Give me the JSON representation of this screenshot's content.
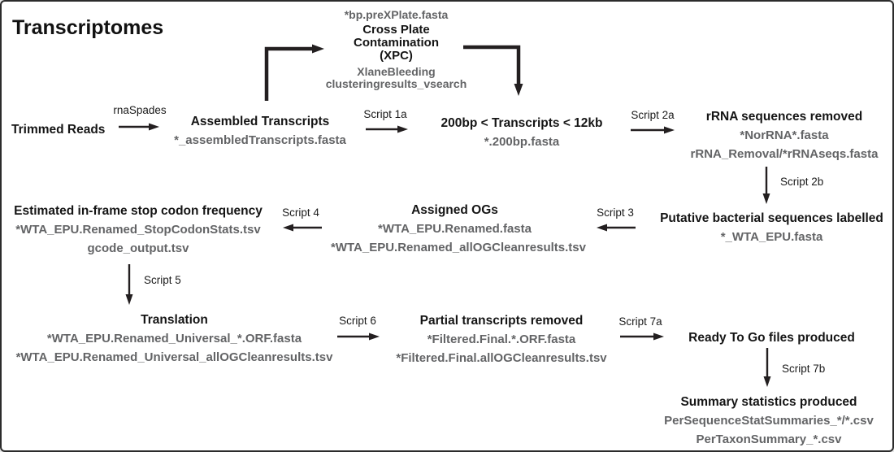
{
  "title": "Transcriptomes",
  "colors": {
    "text_black": "#151515",
    "file_gray": "#636466",
    "arrow": "#231f20"
  },
  "nodes": {
    "trimmed_reads": {
      "title": "Trimmed Reads"
    },
    "assembled": {
      "title": "Assembled Transcripts",
      "file1": "*_assembledTranscripts.fasta"
    },
    "xpc": {
      "file_above": "*bp.preXPlate.fasta",
      "title_line1": "Cross Plate",
      "title_line2": "Contamination",
      "title_line3": "(XPC)",
      "file_below1": "XlaneBleeding",
      "file_below2": "clusteringresults_vsearch"
    },
    "size_filter": {
      "title": "200bp < Transcripts < 12kb",
      "file1": "*.200bp.fasta"
    },
    "rrna": {
      "title": "rRNA sequences removed",
      "file1": "*NorRNA*.fasta",
      "file2": "rRNA_Removal/*rRNAseqs.fasta"
    },
    "bacterial": {
      "title": "Putative bacterial sequences labelled",
      "file1": "*_WTA_EPU.fasta"
    },
    "assigned_ogs": {
      "title": "Assigned OGs",
      "file1": "*WTA_EPU.Renamed.fasta",
      "file2": "*WTA_EPU.Renamed_allOGCleanresults.tsv"
    },
    "stop_codon": {
      "title": "Estimated in-frame stop codon frequency",
      "file1": "*WTA_EPU.Renamed_StopCodonStats.tsv",
      "file2": "gcode_output.tsv"
    },
    "translation": {
      "title": "Translation",
      "file1": "*WTA_EPU.Renamed_Universal_*.ORF.fasta",
      "file2": "*WTA_EPU.Renamed_Universal_allOGCleanresults.tsv"
    },
    "partial": {
      "title": "Partial transcripts removed",
      "file1": "*Filtered.Final.*.ORF.fasta",
      "file2": "*Filtered.Final.allOGCleanresults.tsv"
    },
    "ready": {
      "title": "Ready To Go files produced"
    },
    "summary": {
      "title": "Summary statistics produced",
      "file1": "PerSequenceStatSummaries_*/*.csv",
      "file2": "PerTaxonSummary_*.csv"
    }
  },
  "labels": {
    "rnaspades": "rnaSpades",
    "script_1a": "Script 1a",
    "script_2a": "Script 2a",
    "script_2b": "Script 2b",
    "script_3": "Script 3",
    "script_4": "Script 4",
    "script_5": "Script 5",
    "script_6": "Script 6",
    "script_7a": "Script 7a",
    "script_7b": "Script 7b"
  }
}
